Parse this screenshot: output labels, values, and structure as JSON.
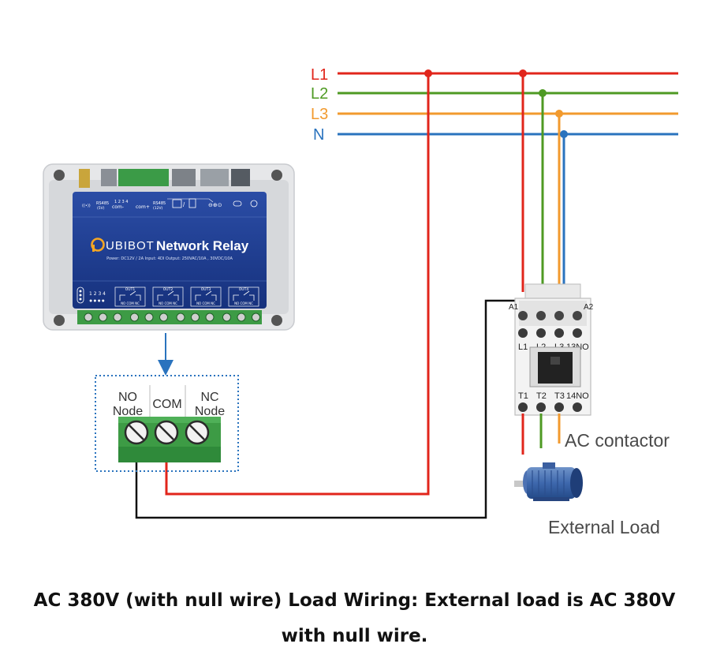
{
  "lines": {
    "l1": {
      "label": "L1",
      "color": "#e1251b"
    },
    "l2": {
      "label": "L2",
      "color": "#4e9a23"
    },
    "l3": {
      "label": "L3",
      "color": "#f29a2e"
    },
    "n": {
      "label": "N",
      "color": "#2a73be"
    }
  },
  "device": {
    "brand": "UBIBOT",
    "title": "Network Relay",
    "specs": "Power: DC12V / 2A   Input: 4DI   Output: 250VAC/10A , 30VDC/10A",
    "top_labels": {
      "rs485_a": "RS485",
      "rs485_a_sub": "(5V)",
      "com_minus": "com-",
      "numbers": "1 2 3 4",
      "com_plus": "com+",
      "rs485_b": "RS485",
      "rs485_b_sub": "(12V)"
    },
    "outputs": [
      "OUT1",
      "OUT2",
      "OUT3",
      "OUT4"
    ],
    "output_terms": "NO COM NC",
    "input_numbers": "1 2 3 4"
  },
  "relay_terminal": {
    "no_label_1": "NO",
    "no_label_2": "Node",
    "com_label": "COM",
    "nc_label_1": "NC",
    "nc_label_2": "Node"
  },
  "contactor": {
    "label": "AC contactor",
    "a1": "A1",
    "a2": "A2",
    "top_terms": [
      "L1",
      "L2",
      "L3",
      "13NO"
    ],
    "bottom_terms": [
      "T1",
      "T2",
      "T3",
      "14NO"
    ]
  },
  "load": {
    "label": "External Load"
  },
  "caption": {
    "line1": "AC 380V (with null wire) Load Wiring: External load is AC 380V",
    "line2": "with null wire."
  },
  "colors": {
    "black_wire": "#111111",
    "dotted_box": "#2a73be",
    "terminal_green": "#3d9b45"
  }
}
